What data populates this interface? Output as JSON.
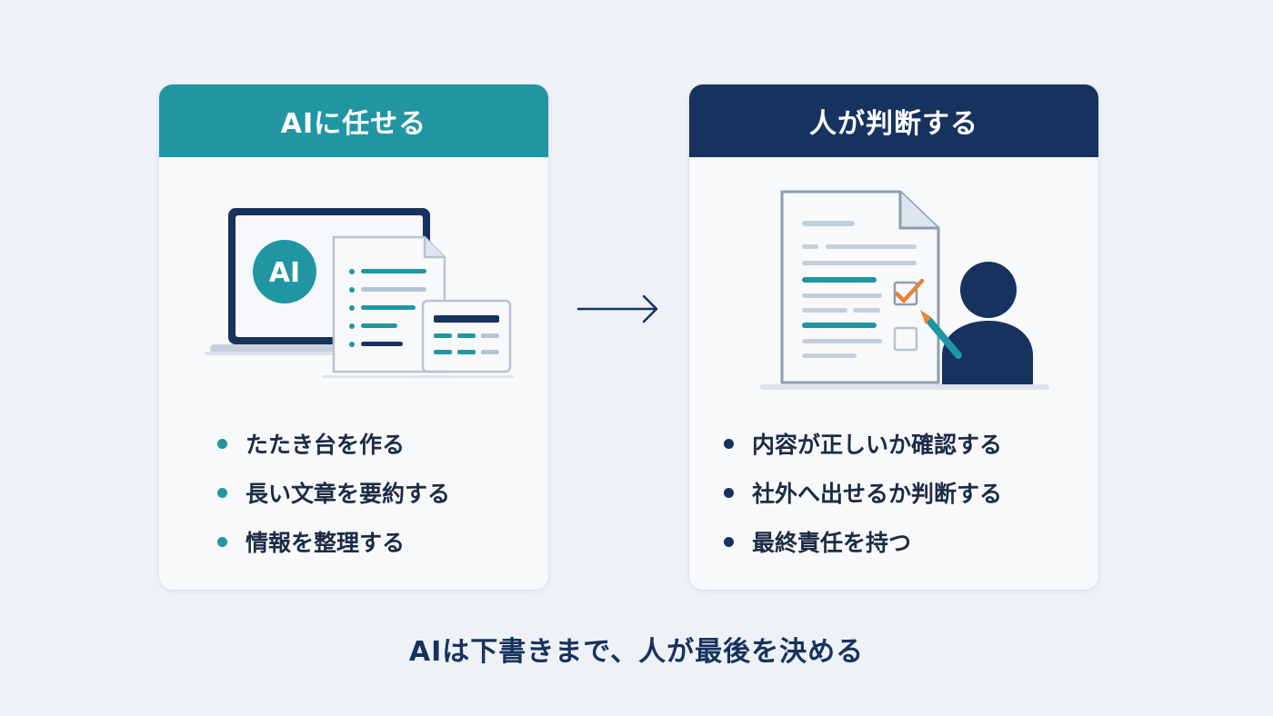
{
  "left_card": {
    "title": "AIに任せる",
    "badge_text": "AI",
    "items": [
      "たたき台を作る",
      "長い文章を要約する",
      "情報を整理する"
    ]
  },
  "right_card": {
    "title": "人が判断する",
    "items": [
      "内容が正しいか確認する",
      "社外へ出せるか判断する",
      "最終責任を持つ"
    ]
  },
  "footer": {
    "text": "AIは下書きまで、人が最後を決める"
  },
  "colors": {
    "teal": "#2196a3",
    "navy": "#17325f",
    "orange": "#e8833a",
    "background": "#eef1f6"
  },
  "icons": {
    "left_illustration": "laptop-with-documents-icon",
    "right_illustration": "person-checking-document-icon",
    "connector": "arrow-right-icon"
  }
}
